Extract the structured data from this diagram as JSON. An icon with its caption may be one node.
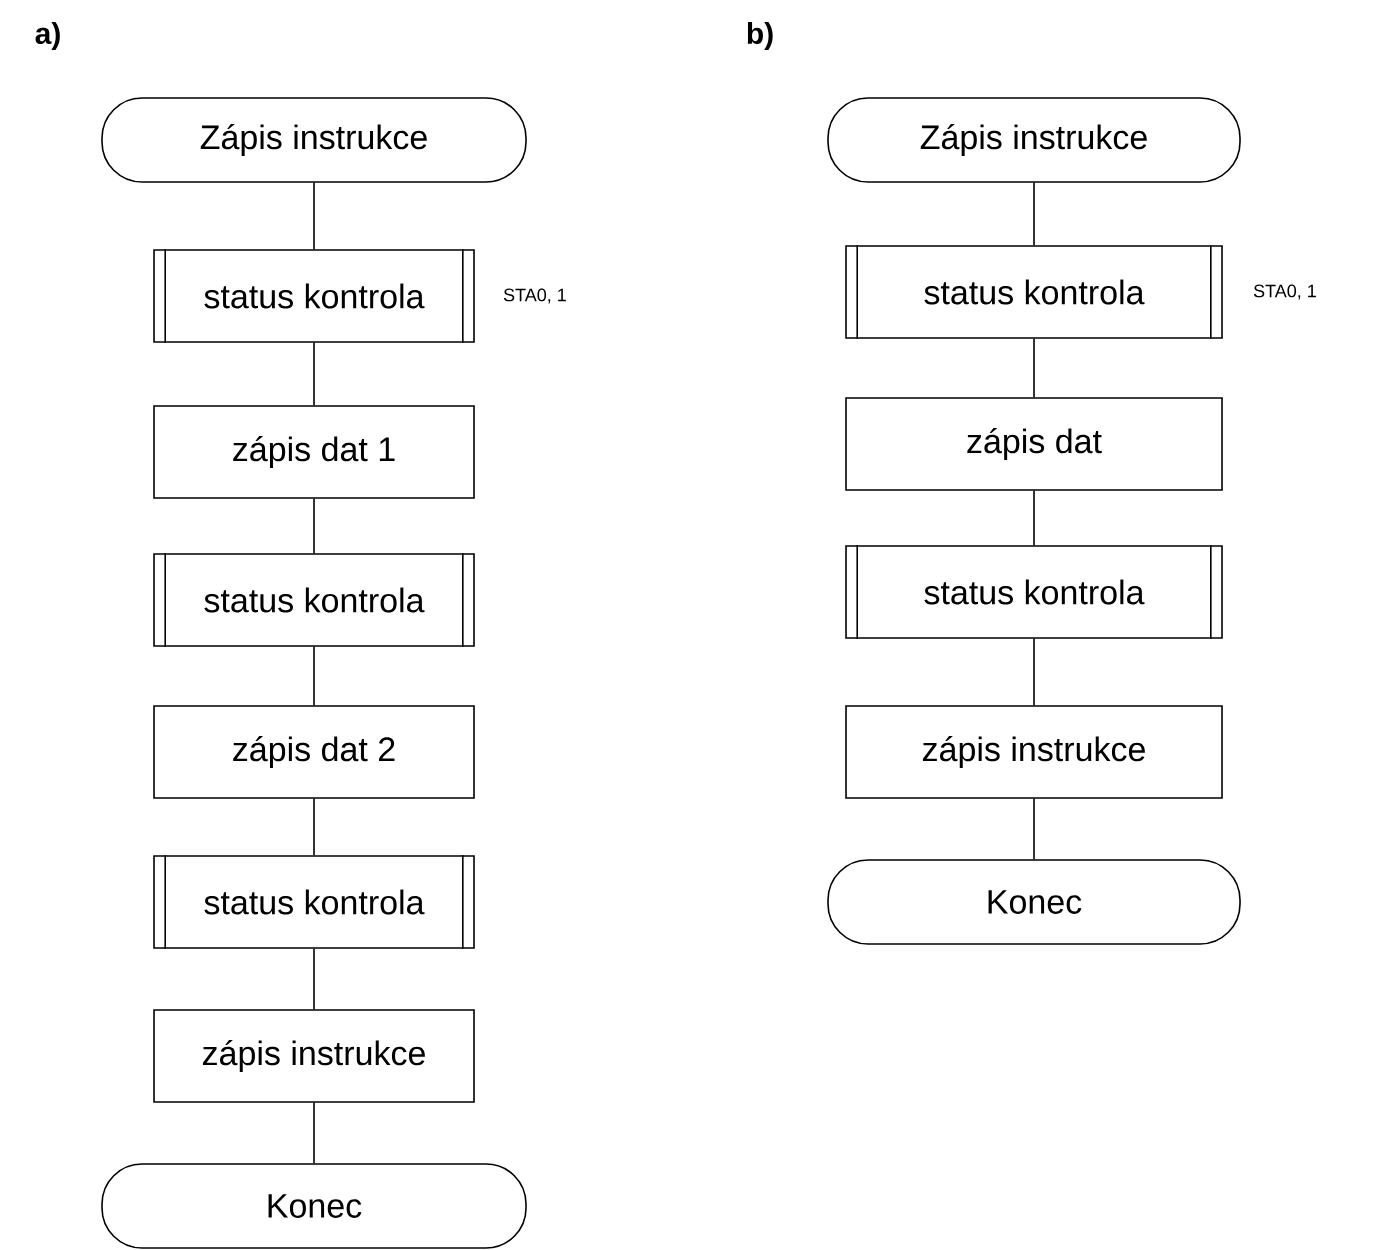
{
  "diagram": {
    "nodes": [
      {
        "text": [
          "Zápis instrukce"
        ]
      },
      {
        "text": [
          "status kontrola"
        ],
        "beside": [
          "STA0, 1"
        ]
      },
      {
        "text": [
          "zápis dat 1"
        ]
      },
      {
        "text": [
          "status kontrola"
        ]
      },
      {
        "text": [
          "zápis dat 2"
        ]
      },
      {
        "text": [
          "status kontrola"
        ]
      },
      {
        "text": [
          "zápis instrukce"
        ]
      },
      {
        "text": [
          "Konec"
        ]
      },
      {
        "text": [
          "Zápis instrukce"
        ]
      },
      {
        "text": [
          "status kontrola"
        ],
        "beside": [
          "STA0, 1"
        ]
      },
      {
        "text": [
          "zápis dat"
        ]
      },
      {
        "text": [
          "status kontrola"
        ]
      },
      {
        "text": [
          "zápis instrukce"
        ]
      },
      {
        "text": [
          "Konec"
        ]
      }
    ],
    "edges": [
      {
        "from": 0,
        "to": 1,
        "arrow": "none"
      },
      {
        "from": 1,
        "to": 2,
        "arrow": "none"
      },
      {
        "from": 2,
        "to": 3,
        "arrow": "none"
      },
      {
        "from": 3,
        "to": 4,
        "arrow": "none"
      },
      {
        "from": 4,
        "to": 5,
        "arrow": "none"
      },
      {
        "from": 5,
        "to": 6,
        "arrow": "none"
      },
      {
        "from": 6,
        "to": 7,
        "arrow": "none"
      },
      {
        "from": 8,
        "to": 9,
        "arrow": "none"
      },
      {
        "from": 9,
        "to": 10,
        "arrow": "none"
      },
      {
        "from": 10,
        "to": 11,
        "arrow": "none"
      },
      {
        "from": 11,
        "to": 12,
        "arrow": "none"
      },
      {
        "from": 12,
        "to": 13,
        "arrow": "none"
      }
    ],
    "labels": [
      "a)",
      "b)"
    ]
  }
}
